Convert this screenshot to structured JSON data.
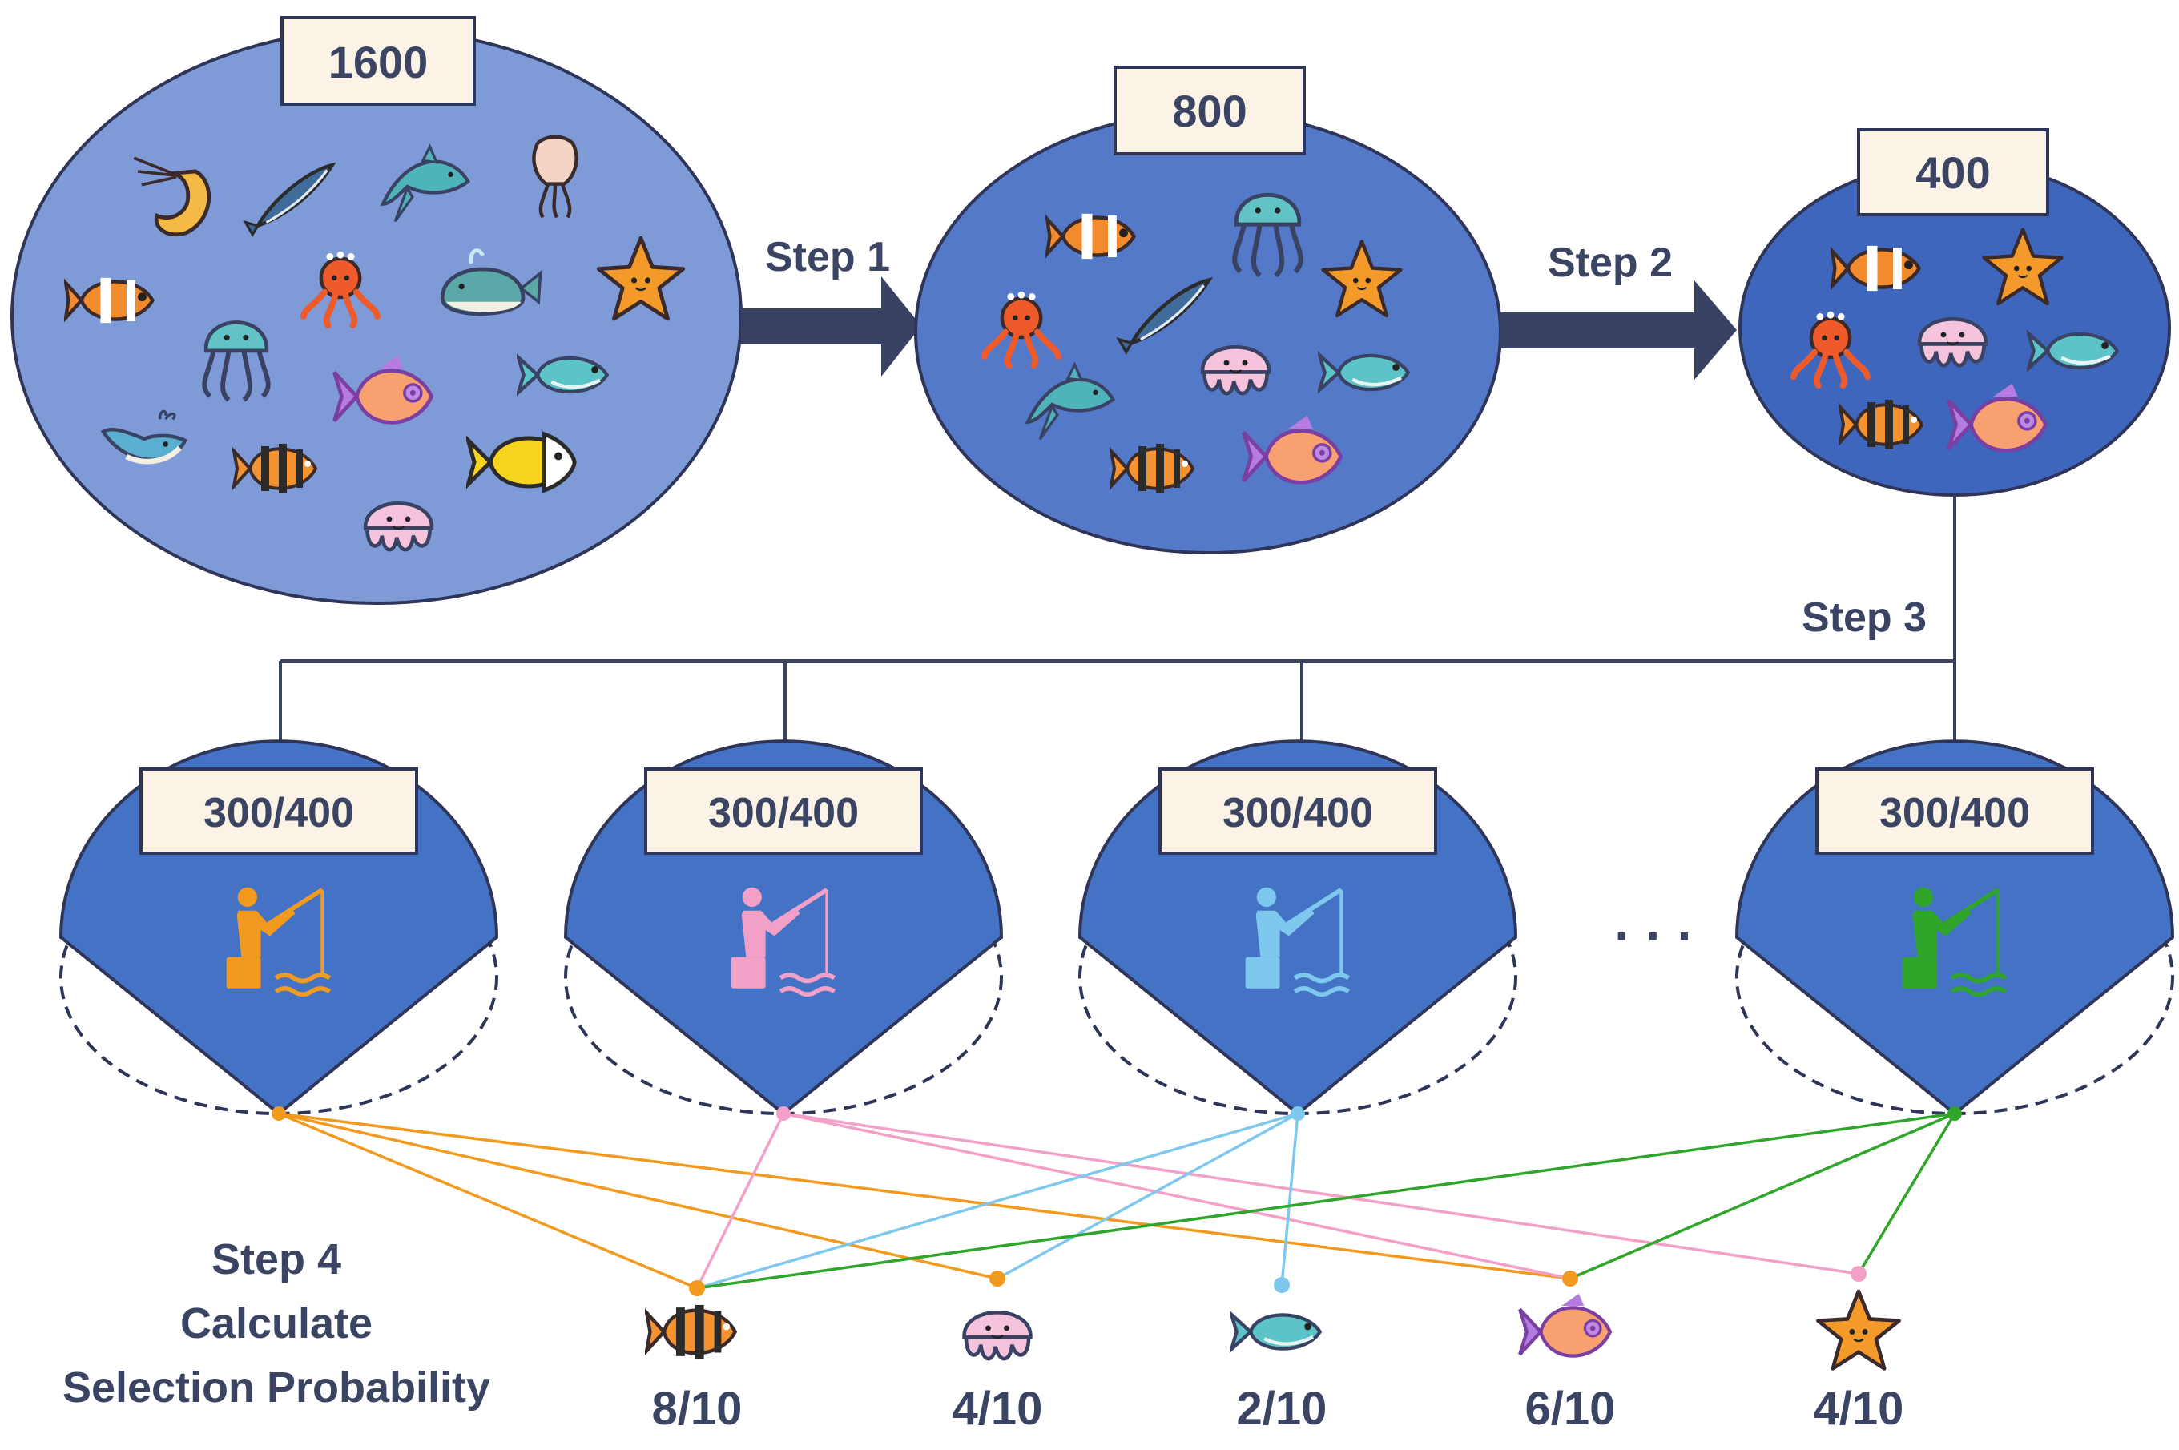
{
  "pools": [
    {
      "count": "1600",
      "fish": [
        "shrimp",
        "sardine",
        "shark",
        "squid",
        "clownfish",
        "octopus",
        "whale",
        "starfish",
        "jellyfish",
        "fish-blue",
        "fish-orange",
        "whale-small",
        "fish-striped",
        "fish-yellow",
        "jelly-pink"
      ]
    },
    {
      "count": "800",
      "fish": [
        "clownfish",
        "jellyfish",
        "octopus",
        "sardine",
        "starfish",
        "shark",
        "jelly-pink",
        "fish-blue",
        "fish-striped",
        "fish-orange"
      ]
    },
    {
      "count": "400",
      "fish": [
        "clownfish",
        "starfish",
        "octopus",
        "jelly-pink",
        "fish-blue",
        "fish-striped",
        "fish-orange"
      ]
    }
  ],
  "steps": {
    "step1": "Step 1",
    "step2": "Step 2",
    "step3": "Step 3",
    "step4_line1": "Step 4",
    "step4_line2": "Calculate",
    "step4_line3": "Selection Probability"
  },
  "anglers": [
    {
      "label": "300/400",
      "color": "#f29a1e"
    },
    {
      "label": "300/400",
      "color": "#f2a0c8"
    },
    {
      "label": "300/400",
      "color": "#7ec8ee"
    },
    {
      "label": "300/400",
      "color": "#2fa52a"
    }
  ],
  "ellipsis": "· · ·",
  "results": [
    {
      "fish": "fish-striped",
      "prob": "8/10"
    },
    {
      "fish": "jelly-pink",
      "prob": "4/10"
    },
    {
      "fish": "fish-blue",
      "prob": "2/10"
    },
    {
      "fish": "fish-orange",
      "prob": "6/10"
    },
    {
      "fish": "starfish",
      "prob": "4/10"
    }
  ],
  "colors": {
    "pool1": "#7e9bd8",
    "pool2": "#5479c8",
    "pool3": "#3f66bd",
    "cone": "#4472c4",
    "outline": "#2e3558",
    "label_bg": "#fbf3e6",
    "text": "#3b4563",
    "arrow": "#3a4263"
  }
}
